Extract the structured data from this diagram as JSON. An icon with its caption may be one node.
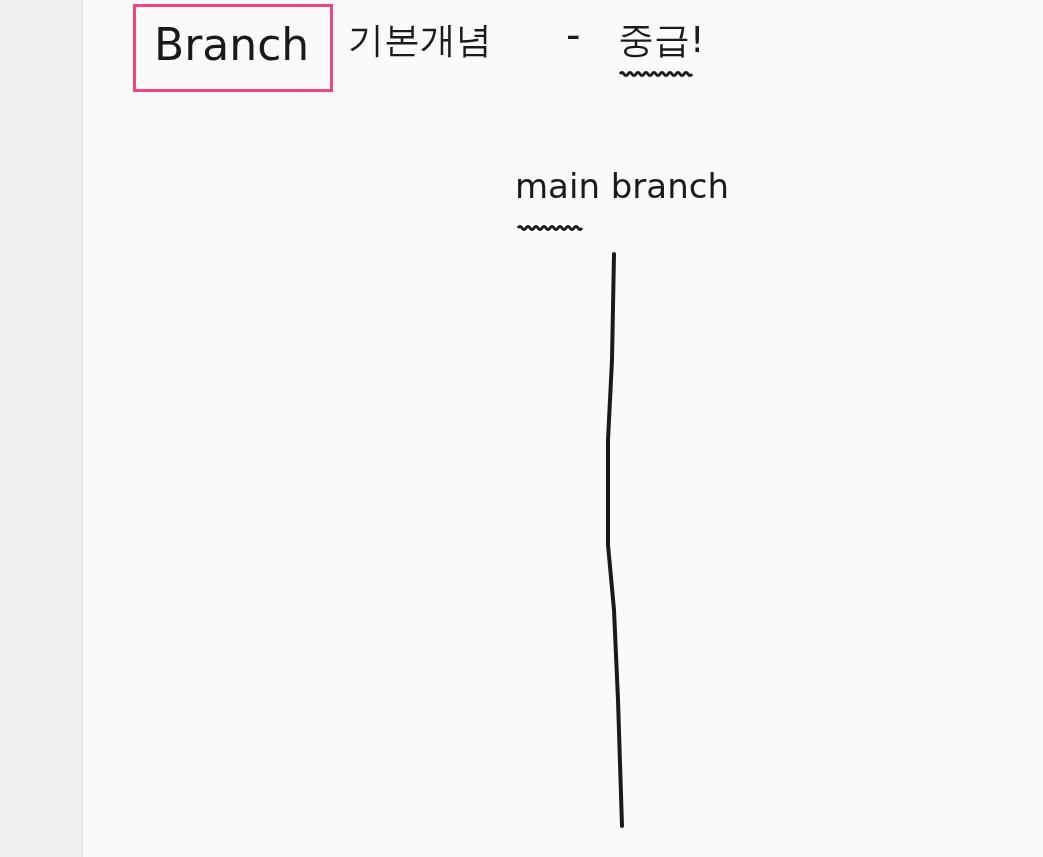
{
  "diagram": {
    "nodes": [
      {
        "text": [
          "Branch"
        ]
      }
    ],
    "labels": [
      "기본개념",
      "-",
      "중급!",
      "main branch"
    ]
  }
}
